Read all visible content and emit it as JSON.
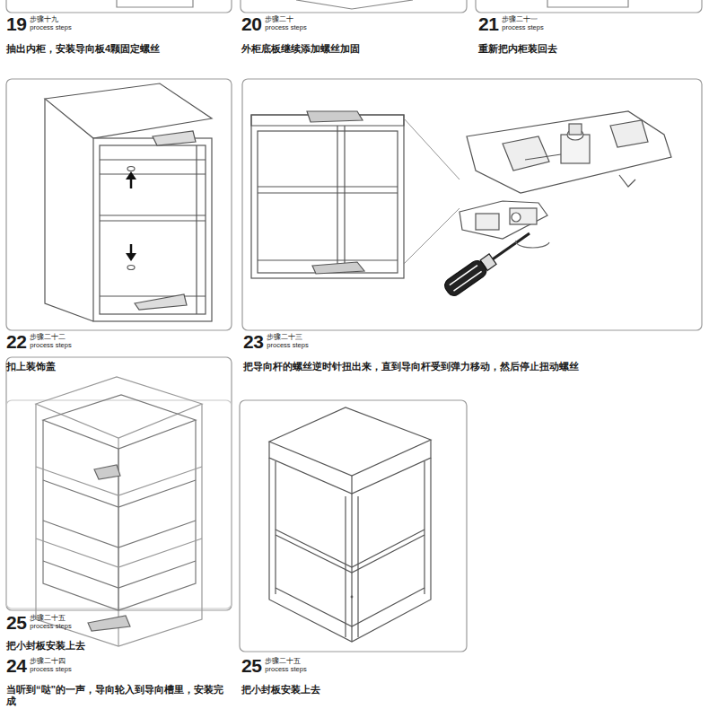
{
  "diagram": {
    "labels": [
      "19",
      "步骤十九",
      "process steps",
      "抽出内柜，安装导向板4颗固定螺丝",
      "20",
      "步骤二十",
      "process steps",
      "外柜底板继续添加螺丝加固",
      "21",
      "步骤二十一",
      "process steps",
      "重新把内柜装回去",
      "22",
      "步骤二十二",
      "process steps",
      "扣上装饰盖",
      "23",
      "步骤二十三",
      "process steps",
      "把导向杆的螺丝逆时针扭出来，直到导向杆受到弹力移动，然后停止扭动螺丝",
      "25",
      "步骤二十五",
      "process steps",
      "把小封板安装上去",
      "24",
      "步骤二十四",
      "process steps",
      "当听到“哒”的一声，导向轮入到导向槽里，安装完成",
      "25",
      "步骤二十五",
      "process steps",
      "把小封板安装上去"
    ]
  }
}
